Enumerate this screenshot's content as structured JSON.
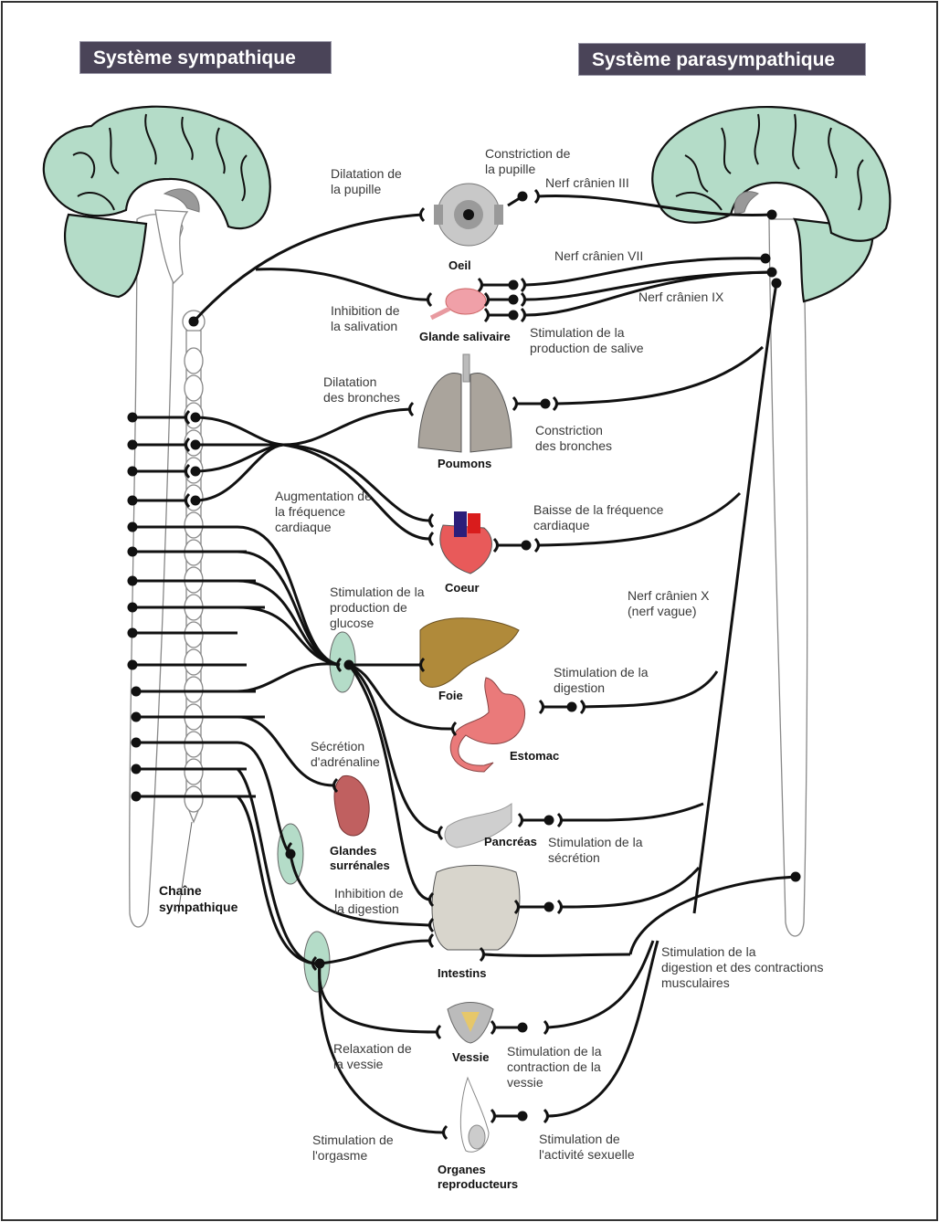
{
  "headers": {
    "sympathetic": "Système sympathique",
    "parasympathetic": "Système parasympathique"
  },
  "organs": {
    "eye": "Oeil",
    "salivary": "Glande salivaire",
    "lungs": "Poumons",
    "heart": "Coeur",
    "liver": "Foie",
    "stomach": "Estomac",
    "adrenal": "Glandes\nsurrénales",
    "pancreas": "Pancréas",
    "intestines": "Intestins",
    "bladder": "Vessie",
    "reproductive": "Organes\nreproducteurs"
  },
  "chain_label": "Chaîne\nsympathique",
  "sympathetic_effects": {
    "eye": "Dilatation de\nla pupille",
    "salivary": "Inhibition de\nla salivation",
    "lungs": "Dilatation\ndes bronches",
    "heart": "Augmentation de\nla fréquence\ncardiaque",
    "liver": "Stimulation de la\nproduction de\nglucose",
    "adrenal": "Sécrétion\nd'adrénaline",
    "intestines": "Inhibition de\nla digestion",
    "bladder": "Relaxation de\nla vessie",
    "reproductive": "Stimulation de\nl'orgasme"
  },
  "parasympathetic_effects": {
    "eye": "Constriction de\nla pupille",
    "salivary": "Stimulation de la\nproduction de salive",
    "lungs": "Constriction\ndes bronches",
    "heart": "Baisse de la fréquence\ncardiaque",
    "stomach": "Stimulation de la\ndigestion",
    "pancreas": "Stimulation de la\nsécrétion",
    "intestines": "Stimulation de la\ndigestion et des contractions\nmusculaires",
    "bladder": "Stimulation de la\ncontraction de la\nvessie",
    "reproductive": "Stimulation de\nl'activité sexuelle"
  },
  "nerves": {
    "cn3": "Nerf crânien III",
    "cn7": "Nerf crânien VII",
    "cn9": "Nerf crânien IX",
    "cn10": "Nerf crânien X\n(nerf vague)"
  },
  "colors": {
    "header_bg": "#4a4458",
    "brain_green": "#b4dcc8",
    "nerve": "#111111"
  }
}
